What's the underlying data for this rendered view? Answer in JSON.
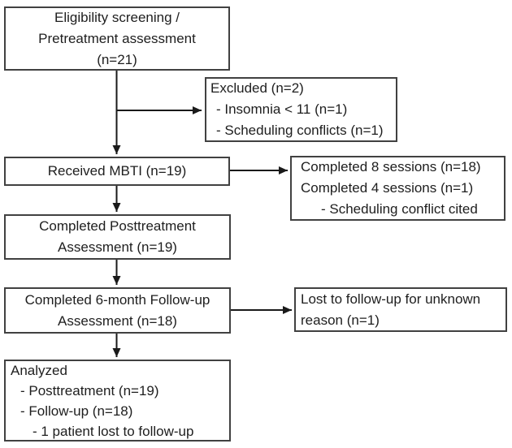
{
  "diagram": {
    "type": "flowchart",
    "description": "Participant flow diagram (CONSORT-style)",
    "colors": {
      "background": "#ffffff",
      "box_border": "#414141",
      "text": "#1e1e1e",
      "arrow": "#1a1a1a"
    },
    "nodes": {
      "eligibility": {
        "lines": [
          "Eligibility screening /",
          "Pretreatment assessment",
          "(n=21)"
        ]
      },
      "excluded": {
        "lines": [
          "Excluded (n=2)",
          "- Insomnia < 11 (n=1)",
          "- Scheduling conflicts (n=1)"
        ]
      },
      "received_mbti": {
        "lines": [
          "Received MBTI (n=19)"
        ]
      },
      "sessions": {
        "lines": [
          "Completed 8 sessions (n=18)",
          "Completed 4 sessions (n=1)",
          "- Scheduling conflict cited"
        ]
      },
      "posttreatment": {
        "lines": [
          "Completed Posttreatment",
          "Assessment (n=19)"
        ]
      },
      "followup6": {
        "lines": [
          "Completed 6-month Follow-up",
          "Assessment (n=18)"
        ]
      },
      "lost_followup": {
        "lines": [
          "Lost to follow-up for unknown",
          "reason (n=1)"
        ]
      },
      "analyzed": {
        "lines": [
          "Analyzed",
          "- Posttreatment (n=19)",
          "- Follow-up (n=18)",
          "- 1 patient lost to follow-up"
        ]
      }
    }
  }
}
